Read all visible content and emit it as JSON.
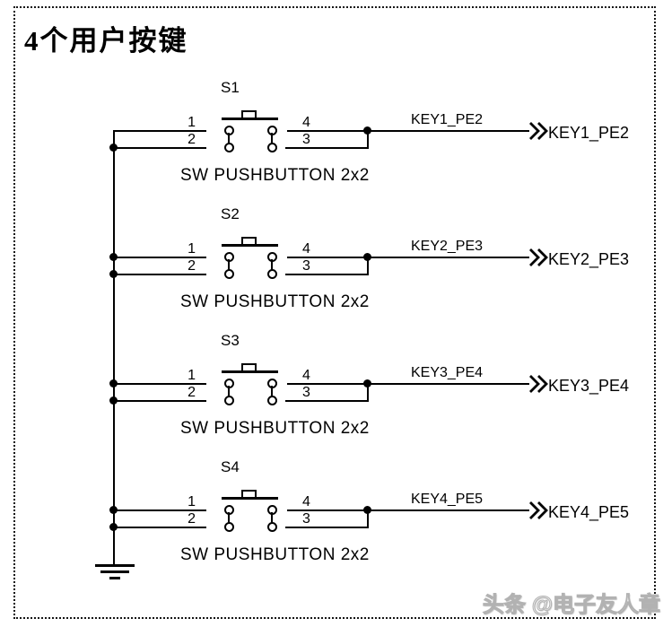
{
  "title": "4个用户按键",
  "watermark": "头条 @电子友人章",
  "colors": {
    "line": "#000000",
    "background": "#ffffff",
    "watermark_fill": "#ececec",
    "watermark_stroke": "#b2b2b2"
  },
  "symbols": {
    "port_connector": "double-chevron-right-icon",
    "ground": "earth-ground-icon"
  },
  "buttons": [
    {
      "ref": "S1",
      "part": "SW PUSHBUTTON 2x2",
      "net": "KEY1_PE2",
      "port": "KEY1_PE2",
      "pins": {
        "top_left": "1",
        "bottom_left": "2",
        "top_right": "4",
        "bottom_right": "3"
      }
    },
    {
      "ref": "S2",
      "part": "SW PUSHBUTTON 2x2",
      "net": "KEY2_PE3",
      "port": "KEY2_PE3",
      "pins": {
        "top_left": "1",
        "bottom_left": "2",
        "top_right": "4",
        "bottom_right": "3"
      }
    },
    {
      "ref": "S3",
      "part": "SW PUSHBUTTON 2x2",
      "net": "KEY3_PE4",
      "port": "KEY3_PE4",
      "pins": {
        "top_left": "1",
        "bottom_left": "2",
        "top_right": "4",
        "bottom_right": "3"
      }
    },
    {
      "ref": "S4",
      "part": "SW PUSHBUTTON 2x2",
      "net": "KEY4_PE5",
      "port": "KEY4_PE5",
      "pins": {
        "top_left": "1",
        "bottom_left": "2",
        "top_right": "4",
        "bottom_right": "3"
      }
    }
  ]
}
